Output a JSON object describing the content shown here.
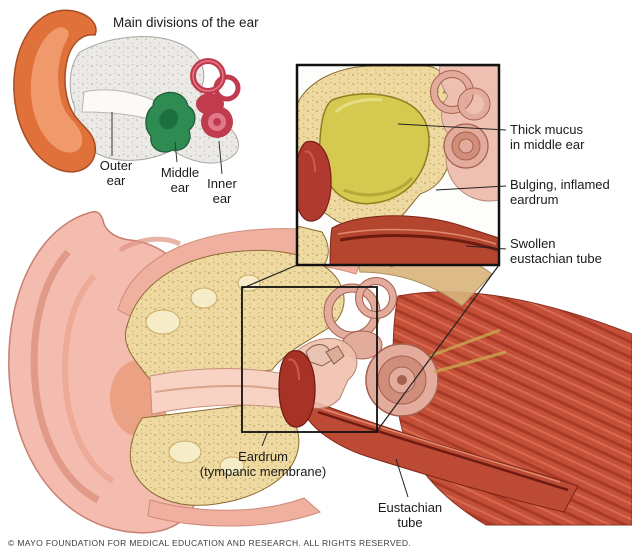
{
  "title": "Main divisions of the ear",
  "overview": {
    "outer_label": "Outer\near",
    "middle_label": "Middle\near",
    "inner_label": "Inner\near"
  },
  "inset": {
    "mucus_label": "Thick mucus\nin middle ear",
    "eardrum_label": "Bulging, inflamed\neardrum",
    "tube_label": "Swollen\neustachian tube"
  },
  "main": {
    "eardrum_label": "Eardrum\n(tympanic membrane)",
    "tube_label": "Eustachian\ntube"
  },
  "footer": {
    "copyright": "© MAYO FOUNDATION FOR MEDICAL EDUCATION AND RESEARCH. ALL RIGHTS RESERVED."
  },
  "colors": {
    "outer_ear_orange": "#e0713b",
    "middle_ear_green": "#2e8b52",
    "inner_ear_red": "#c13b4e",
    "bone_tan": "#eed9a1",
    "mucus_yellow": "#d6c94f",
    "inflamed_red": "#a93226",
    "skin_pink": "#f4bcae"
  }
}
